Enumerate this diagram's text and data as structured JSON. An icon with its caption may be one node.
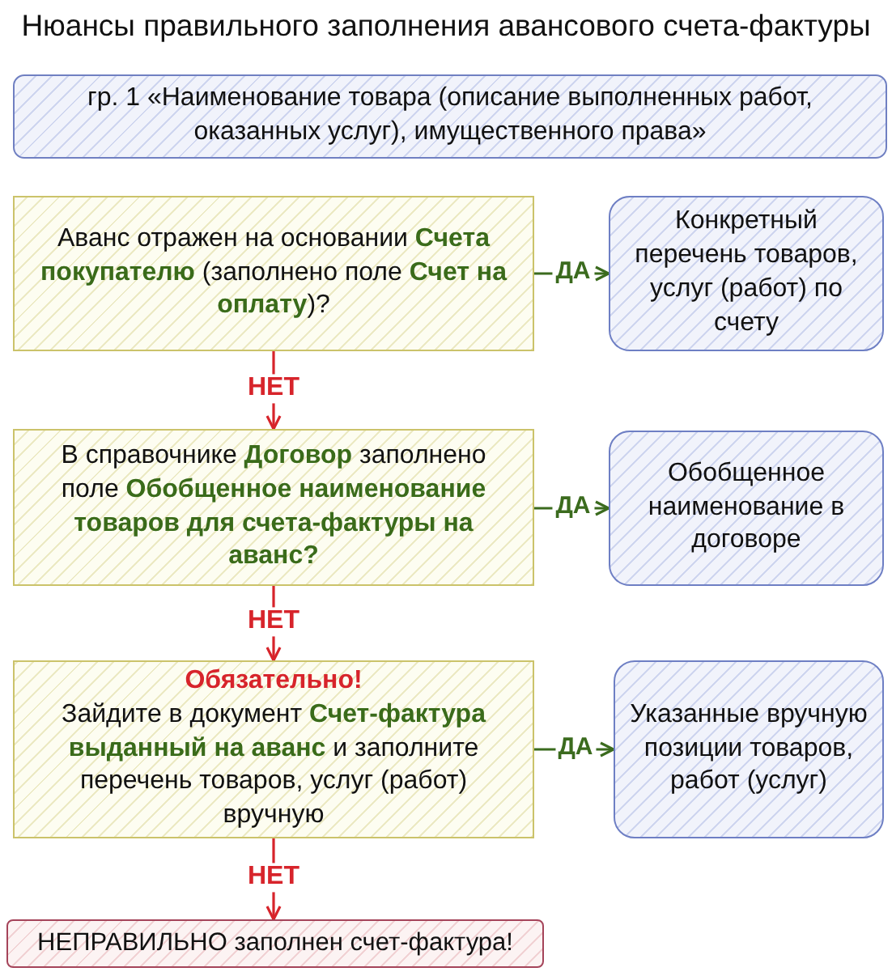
{
  "diagram": {
    "title": "Нюансы правильного заполнения авансового счета-фактуры",
    "nodes": [
      {
        "text": [
          "гр. 1 «Наименование товара (описание выполненных работ, оказанных услуг), имущественного права»"
        ]
      },
      {
        "text": [
          "Аванс отражен на основании **Счета покупателю** (заполнено поле **Счет на оплату**)?"
        ]
      },
      {
        "text": [
          "Конкретный перечень товаров, услуг (работ) по счету"
        ]
      },
      {
        "text": [
          "В справочнике **Договор** заполнено поле **Обобщенное наименование товаров для счета-фактуры на аванс?**"
        ]
      },
      {
        "text": [
          "Обобщенное наименование в договоре"
        ]
      },
      {
        "text": [
          "Обязательно!",
          "Зайдите в документ **Счет-фактура выданный на аванс** и заполните перечень товаров, услуг (работ) вручную"
        ]
      },
      {
        "text": [
          "Указанные вручную позиции товаров, работ (услуг)"
        ]
      },
      {
        "text": [
          "НЕПРАВИЛЬНО заполнен счет-фактура!"
        ]
      }
    ],
    "edges": [
      {
        "from": 1,
        "to": 2,
        "arrow": "to",
        "label": "ДА",
        "color": "#3b6b1e"
      },
      {
        "from": 1,
        "to": 3,
        "arrow": "to",
        "label": "НЕТ",
        "color": "#d7242b"
      },
      {
        "from": 3,
        "to": 4,
        "arrow": "to",
        "label": "ДА",
        "color": "#3b6b1e"
      },
      {
        "from": 3,
        "to": 5,
        "arrow": "to",
        "label": "НЕТ",
        "color": "#d7242b"
      },
      {
        "from": 5,
        "to": 6,
        "arrow": "to",
        "label": "ДА",
        "color": "#3b6b1e"
      },
      {
        "from": 5,
        "to": 7,
        "arrow": "to",
        "label": "НЕТ",
        "color": "#d7242b"
      }
    ]
  }
}
